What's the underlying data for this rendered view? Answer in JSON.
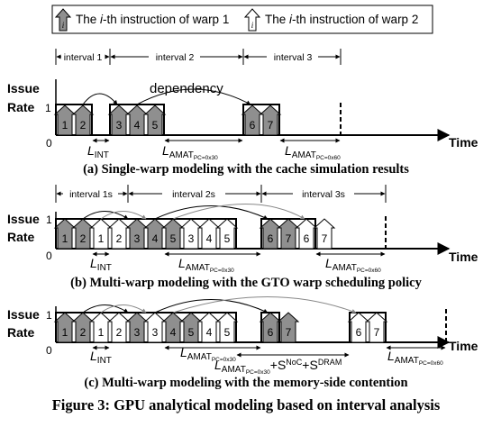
{
  "legend": {
    "warp1_glyph": "i",
    "warp1_prefix": "The ",
    "warp1_italic": "i",
    "warp1_suffix": "-th instruction of warp 1",
    "warp2_glyph": "i",
    "warp2_prefix": "The ",
    "warp2_italic": "i",
    "warp2_suffix": "-th instruction of warp 2"
  },
  "common": {
    "issue": "Issue",
    "rate": "Rate",
    "one": "1",
    "zero": "0",
    "time": "Time",
    "L": "L",
    "INT": "INT",
    "AMAT": "AMAT",
    "pc30": "PC=0x30",
    "pc60": "PC=0x60"
  },
  "panel_a": {
    "intervals": [
      "interval 1",
      "interval 2",
      "interval 3"
    ],
    "dependency": "dependency",
    "blocks": [
      "1",
      "2",
      "3",
      "4",
      "5",
      "6",
      "7"
    ],
    "caption": "(a) Single-warp modeling with the cache simulation results"
  },
  "panel_b": {
    "intervals": [
      "interval 1s",
      "interval 2s",
      "interval 3s"
    ],
    "blocks": [
      "1",
      "1",
      "2",
      "2",
      "3",
      "3",
      "4",
      "4",
      "5",
      "5",
      "6",
      "6",
      "7",
      "7"
    ],
    "caption": "(b) Multi-warp modeling with the GTO warp scheduling policy"
  },
  "panel_c": {
    "blocks": [
      "1",
      "1",
      "2",
      "2",
      "3",
      "3",
      "4",
      "4",
      "5",
      "5",
      "6",
      "7",
      "6",
      "7"
    ],
    "plus1": "+S",
    "noc": "NoC",
    "plus2": "+S",
    "dram": "DRAM",
    "caption": "(c) Multi-warp modeling with the memory-side contention"
  },
  "figure_caption": "Figure 3: GPU analytical modeling based on interval analysis"
}
